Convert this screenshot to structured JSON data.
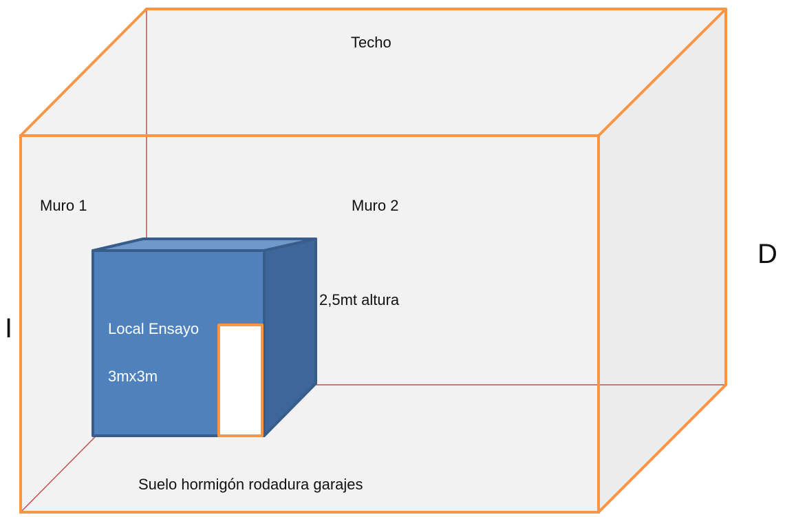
{
  "room": {
    "ceiling_label": "Techo",
    "wall1_label": "Muro 1",
    "wall2_label": "Muro  2",
    "floor_label": "Suelo hormigón rodadura garajes",
    "left_side_label": "I",
    "right_side_label": "D"
  },
  "box": {
    "name_label": "Local Ensayo",
    "size_label": "3mx3m",
    "height_label": "2,5mt altura"
  },
  "colors": {
    "room_edge": "#f79646",
    "hidden_edge": "#c0504d",
    "room_face": "#f2f2f2",
    "room_face_right": "#ececec",
    "box_front": "#4f81bd",
    "box_top": "#6f98cc",
    "box_side": "#3d679b",
    "box_edge": "#385d8a",
    "door_fill": "#ffffff",
    "door_edge": "#f79646"
  }
}
